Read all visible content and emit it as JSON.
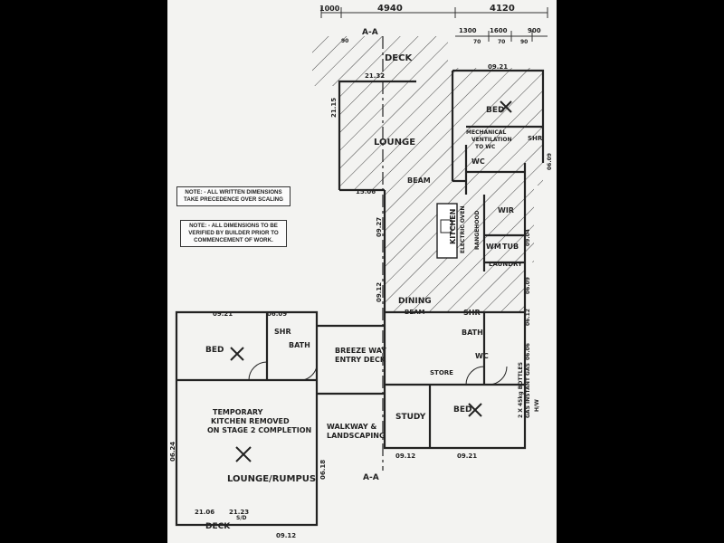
{
  "notes": {
    "note1": {
      "line1": "NOTE: - ALL WRITTEN DIMENSIONS",
      "line2": "TAKE PRECEDENCE OVER SCALING"
    },
    "note2": {
      "line1": "NOTE: - ALL DIMENSIONS TO BE",
      "line2": "VERIFIED BY BUILDER PRIOR TO",
      "line3": "COMMENCEMENT OF WORK."
    }
  },
  "dimensions": {
    "d1000": "1000",
    "d4940": "4940",
    "d4120": "4120",
    "d90a": "90",
    "d1300": "1300",
    "d1600": "1600",
    "d900": "900",
    "d70a": "70",
    "d70b": "70",
    "d90b": "90"
  },
  "section_marks": {
    "top": "A-A",
    "bottom": "A-A"
  },
  "rooms": {
    "deck_top": "DECK",
    "lounge": "LOUNGE",
    "bed_nw": "BED",
    "mech": "MECHANICAL",
    "mech2": "VENTILATION",
    "mech3": "TO WC",
    "beam1": "BEAM",
    "wc1": "WC",
    "shr1": "SHR",
    "wir": "WIR",
    "kitchen": "KITCHEN",
    "elec": "ELECTRIC OVEN",
    "rangehood": "RANGEHOOD",
    "wm": "WM",
    "tub": "TUB",
    "laundry": "LAUNDRY",
    "dining": "DINING",
    "beam2": "BEAM",
    "shr2": "SHR",
    "bath1": "BATH",
    "wc2": "WC",
    "store": "STORE",
    "study": "STUDY",
    "bed_se": "BED",
    "breeze1": "BREEZE WAY",
    "breeze2": "ENTRY DECK",
    "walk1": "WALKWAY &",
    "walk2": "LANDSCAPING",
    "bed_w": "BED",
    "shr3": "SHR",
    "bath2": "BATH",
    "temp1": "TEMPORARY",
    "temp2": "KITCHEN REMOVED",
    "temp3": "ON STAGE 2 COMPLETION",
    "lounge2": "LOUNGE/RUMPUS",
    "deck_bottom": "DECK",
    "sd": "S/D",
    "gas": "2 X 45kg BOTTLES",
    "gas2": "GAS INSTANT GAS",
    "hw": "H/W"
  },
  "windows": {
    "w1": "21.32",
    "w2": "09.21",
    "w3": "21.15",
    "w4": "06.09",
    "w5": "15.06",
    "w6": "09.27",
    "w7": "09.04",
    "w8": "09.12",
    "w9": "06.09",
    "w10": "06.12",
    "w11": "06.06",
    "w12": "09.21",
    "w13": "06.09",
    "w14": "09.12",
    "w15": "09.21",
    "w16": "06.24",
    "w17": "06.18",
    "w18": "21.06",
    "w19": "21.23",
    "w20": "09.12"
  }
}
